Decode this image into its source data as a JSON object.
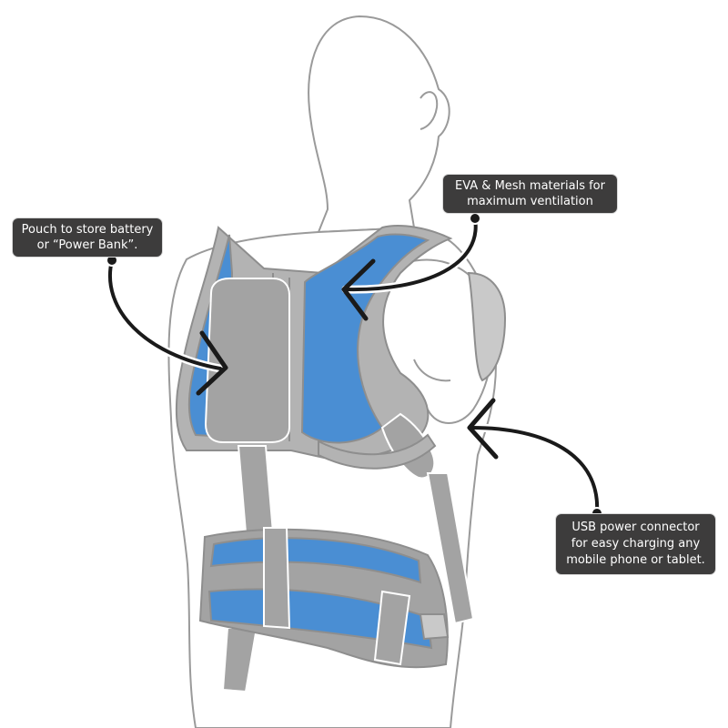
{
  "colors": {
    "outline": "#9a9a9a",
    "mesh_blue": "#4a8ed3",
    "strap_gray": "#a3a3a3",
    "callout_bg": "#3d3c3c",
    "callout_text": "#ffffff",
    "arrow": "#1a1a1a"
  },
  "callouts": {
    "pouch": {
      "lines": [
        "Pouch to store battery",
        "or “Power Bank”."
      ]
    },
    "mesh": {
      "lines": [
        "EVA & Mesh materials for",
        "maximum ventilation"
      ]
    },
    "usb": {
      "lines": [
        "USB power connector",
        "for easy charging any",
        "mobile phone or tablet."
      ]
    }
  }
}
